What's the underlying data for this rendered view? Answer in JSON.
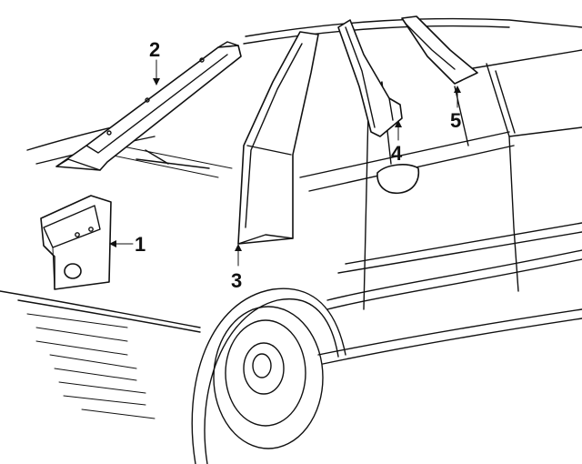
{
  "diagram": {
    "callouts": [
      {
        "id": "1",
        "label": "1",
        "part": "kick-panel"
      },
      {
        "id": "2",
        "label": "2",
        "part": "windshield-pillar-trim"
      },
      {
        "id": "3",
        "label": "3",
        "part": "center-pillar-trim"
      },
      {
        "id": "4",
        "label": "4",
        "part": "rear-door-pillar-trim"
      },
      {
        "id": "5",
        "label": "5",
        "part": "rear-pillar-trim"
      }
    ],
    "colors": {
      "line": "#111111",
      "background": "#ffffff"
    }
  }
}
